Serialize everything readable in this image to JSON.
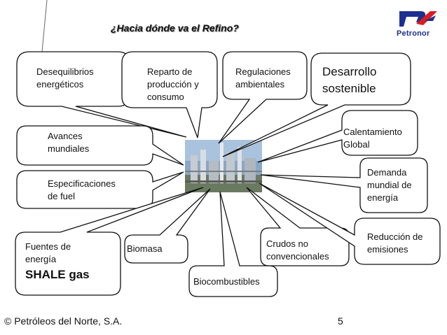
{
  "title": "¿Hacia dónde va el Refino?",
  "logo": {
    "text": "Petronor",
    "colors": {
      "blue": "#1d2f8f",
      "red": "#d81e1e"
    }
  },
  "bubbles": {
    "desequilibrios": [
      "Desequilibrios",
      "energéticos"
    ],
    "reparto": [
      "Reparto de",
      "producción y",
      "consumo"
    ],
    "regulaciones": [
      "Regulaciones",
      "ambientales"
    ],
    "desarrollo": [
      "Desarrollo",
      "sostenible"
    ],
    "avances": [
      "Avances",
      "mundiales"
    ],
    "calentamiento": [
      "Calentamiento",
      "Global"
    ],
    "especificaciones": [
      "Especificaciones",
      "de fuel"
    ],
    "demanda": [
      "Demanda",
      "mundial de",
      "energía"
    ],
    "fuentes": [
      "Fuentes de",
      "energía"
    ],
    "shale": "SHALE gas",
    "biomasa": "Biomasa",
    "crudos": [
      "Crudos no",
      "convencionales"
    ],
    "reduccion": [
      "Reducción de",
      "emisiones"
    ],
    "biocombustibles": "Biocombustibles"
  },
  "footer": {
    "copyright": "© Petróleos del Norte, S.A.",
    "page": "5"
  }
}
